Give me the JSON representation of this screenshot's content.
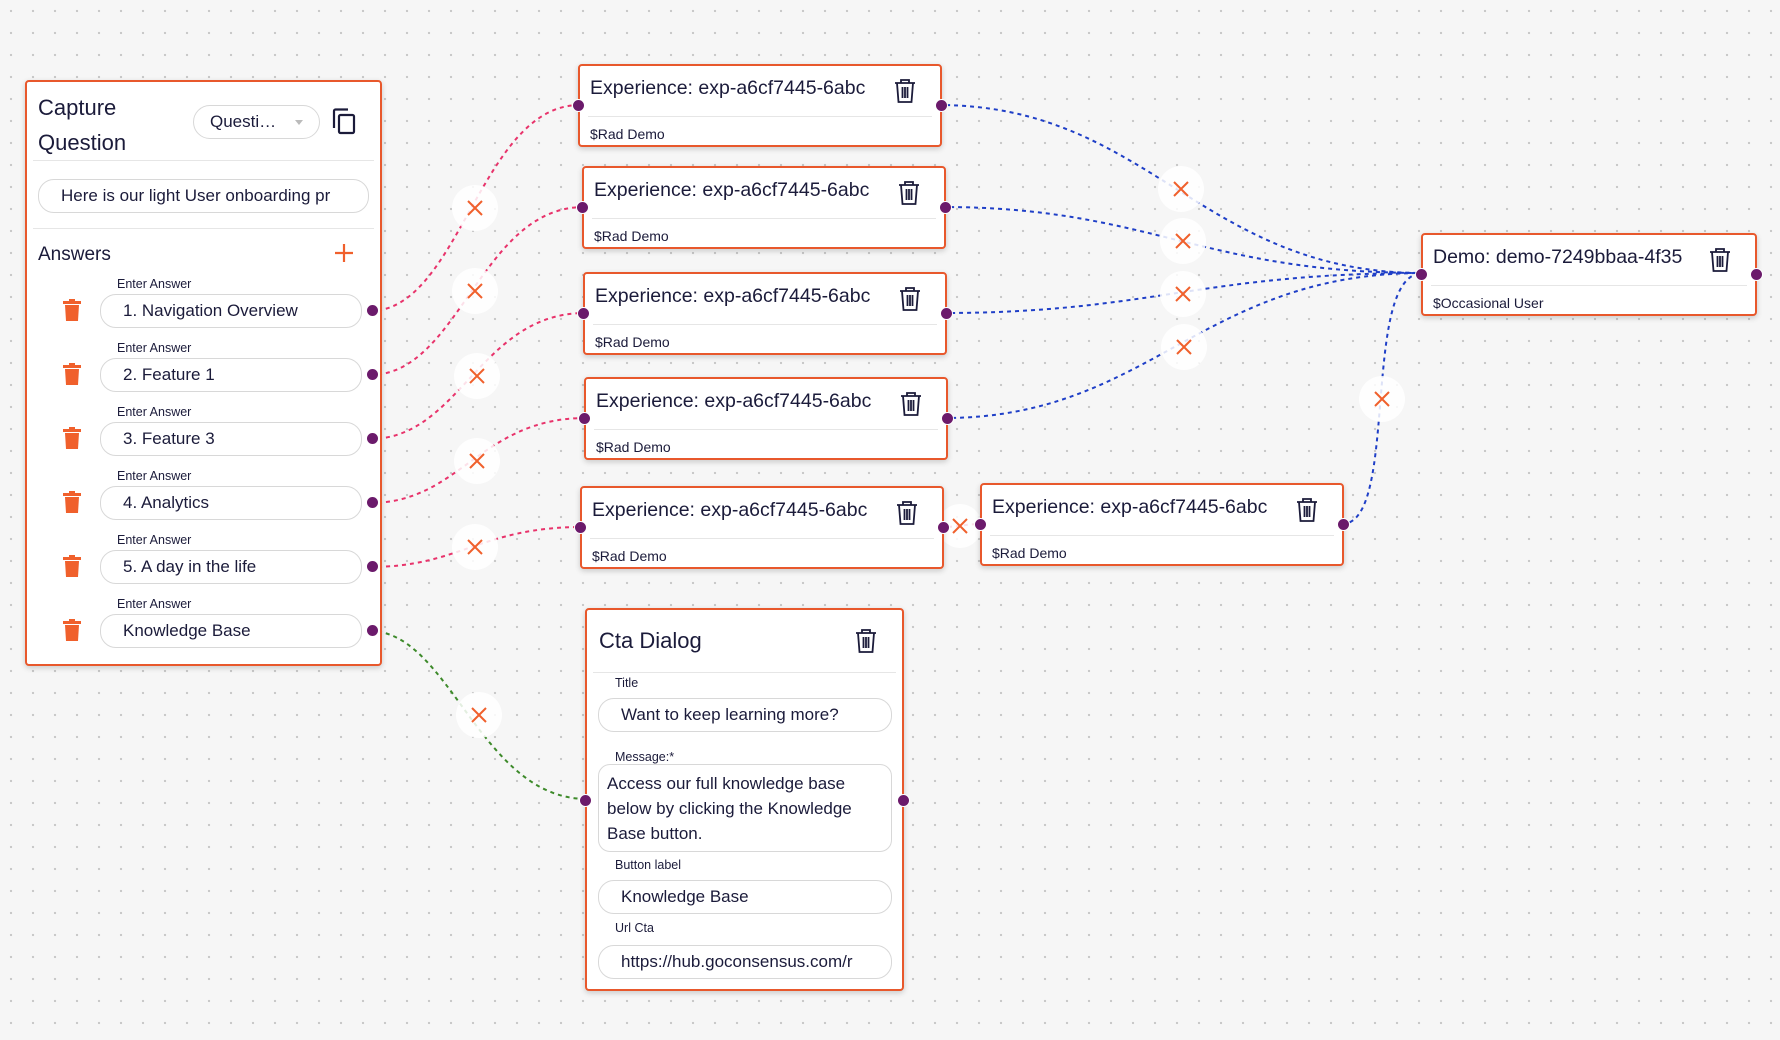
{
  "capture": {
    "title_line1": "Capture",
    "title_line2": "Question",
    "dropdown_value": "Questi…",
    "question_text": "Here is our light User onboarding pr",
    "answers_label": "Answers",
    "answers": [
      {
        "label": "Enter Answer",
        "value": "1. Navigation Overview"
      },
      {
        "label": "Enter Answer",
        "value": "2. Feature 1"
      },
      {
        "label": "Enter Answer",
        "value": "3. Feature 3"
      },
      {
        "label": "Enter Answer",
        "value": "4. Analytics"
      },
      {
        "label": "Enter Answer",
        "value": "5. A day in the life"
      },
      {
        "label": "Enter Answer",
        "value": "Knowledge Base"
      }
    ]
  },
  "experiences": [
    {
      "title": "Experience: exp-a6cf7445-6abc",
      "subtitle": "$Rad Demo"
    },
    {
      "title": "Experience: exp-a6cf7445-6abc",
      "subtitle": "$Rad Demo"
    },
    {
      "title": "Experience: exp-a6cf7445-6abc",
      "subtitle": "$Rad Demo"
    },
    {
      "title": "Experience: exp-a6cf7445-6abc",
      "subtitle": "$Rad Demo"
    },
    {
      "title": "Experience: exp-a6cf7445-6abc",
      "subtitle": "$Rad Demo"
    },
    {
      "title": "Experience: exp-a6cf7445-6abc",
      "subtitle": "$Rad Demo"
    }
  ],
  "demo": {
    "title": "Demo: demo-7249bbaa-4f35",
    "subtitle": "$Occasional User"
  },
  "cta": {
    "title": "Cta Dialog",
    "title_label": "Title",
    "title_value": "Want to keep learning more?",
    "message_label": "Message:*",
    "message_value": "Access our full knowledge base below by clicking the Knowledge Base button.",
    "button_label_label": "Button label",
    "button_label_value": "Knowledge Base",
    "url_label": "Url Cta",
    "url_value": "https://hub.goconsensus.com/r"
  },
  "colors": {
    "node_border": "#e8582c",
    "handle": "#6b1a6b",
    "edge_answer": "#e8336b",
    "edge_demo": "#1f3fc7",
    "edge_cta": "#3d8a2a",
    "delete_x": "#f0602c"
  },
  "icons": {
    "copy": "copy-icon",
    "trash": "trash-icon",
    "add": "plus-icon",
    "remove_edge": "close-icon"
  }
}
